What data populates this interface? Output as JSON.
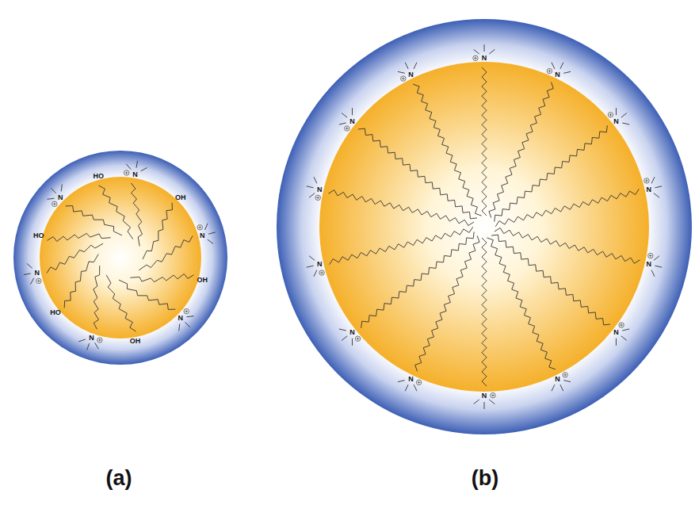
{
  "diagram": {
    "labels": [
      "(a)",
      "N",
      "OH",
      "N",
      "OH",
      "N",
      "OH",
      "N",
      "HO",
      "N",
      "HO",
      "N",
      "HO",
      "N",
      "N",
      "N",
      "N",
      "N",
      "N",
      "N",
      "N",
      "N",
      "N",
      "N",
      "N",
      "N",
      "N",
      "(b)"
    ]
  }
}
